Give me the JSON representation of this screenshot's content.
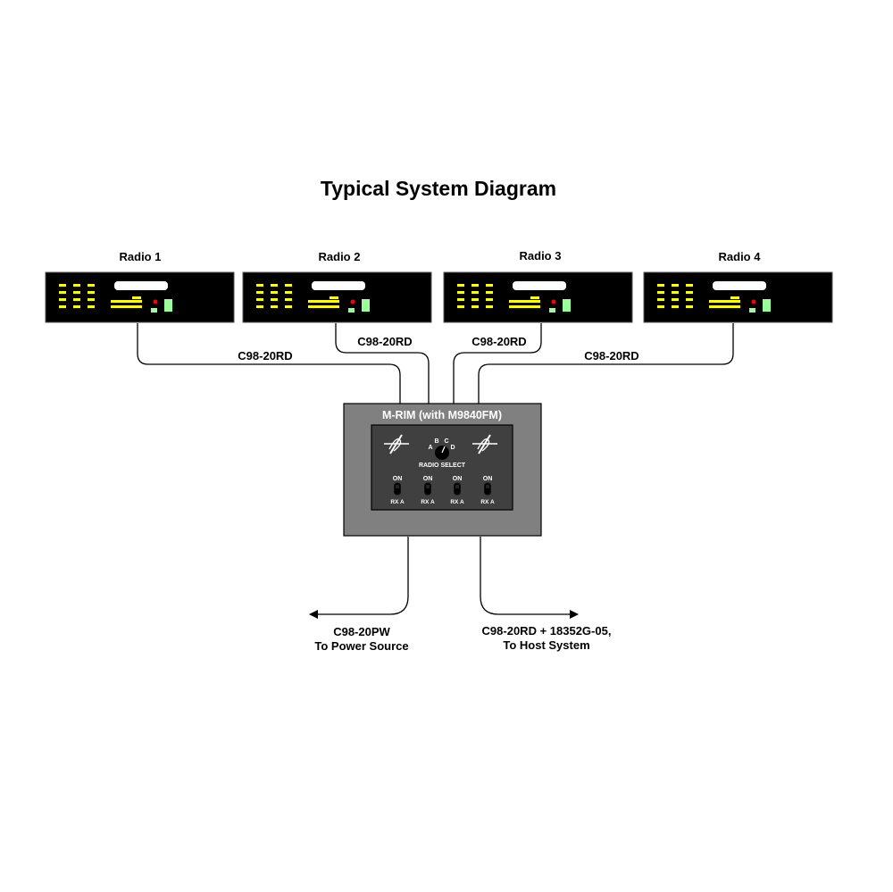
{
  "title": "Typical System Diagram",
  "radios": [
    {
      "label": "Radio 1"
    },
    {
      "label": "Radio 2"
    },
    {
      "label": "Radio 3"
    },
    {
      "label": "Radio 4"
    }
  ],
  "cables": {
    "radio1": "C98-20RD",
    "radio2": "C98-20RD",
    "radio3": "C98-20RD",
    "radio4": "C98-20RD"
  },
  "mrim": {
    "title": "M-RIM (with M9840FM)",
    "selector_positions": [
      "A",
      "B",
      "C",
      "D"
    ],
    "selector_label": "RADIO SELECT",
    "switches": [
      {
        "top": "ON",
        "bottom": "RX A"
      },
      {
        "top": "ON",
        "bottom": "RX A"
      },
      {
        "top": "ON",
        "bottom": "RX A"
      },
      {
        "top": "ON",
        "bottom": "RX A"
      }
    ]
  },
  "outputs": {
    "power": {
      "line1": "C98-20PW",
      "line2": "To Power Source"
    },
    "host": {
      "line1": "C98-20RD + 18352G-05,",
      "line2": "To Host System"
    }
  },
  "colors": {
    "radio_body": "#000000",
    "led_yellow": "#ffff00",
    "led_red": "#ff0000",
    "led_green": "#99ff99",
    "display": "#ffffff",
    "mrim_outer": "#808080",
    "mrim_inner": "#404040"
  }
}
